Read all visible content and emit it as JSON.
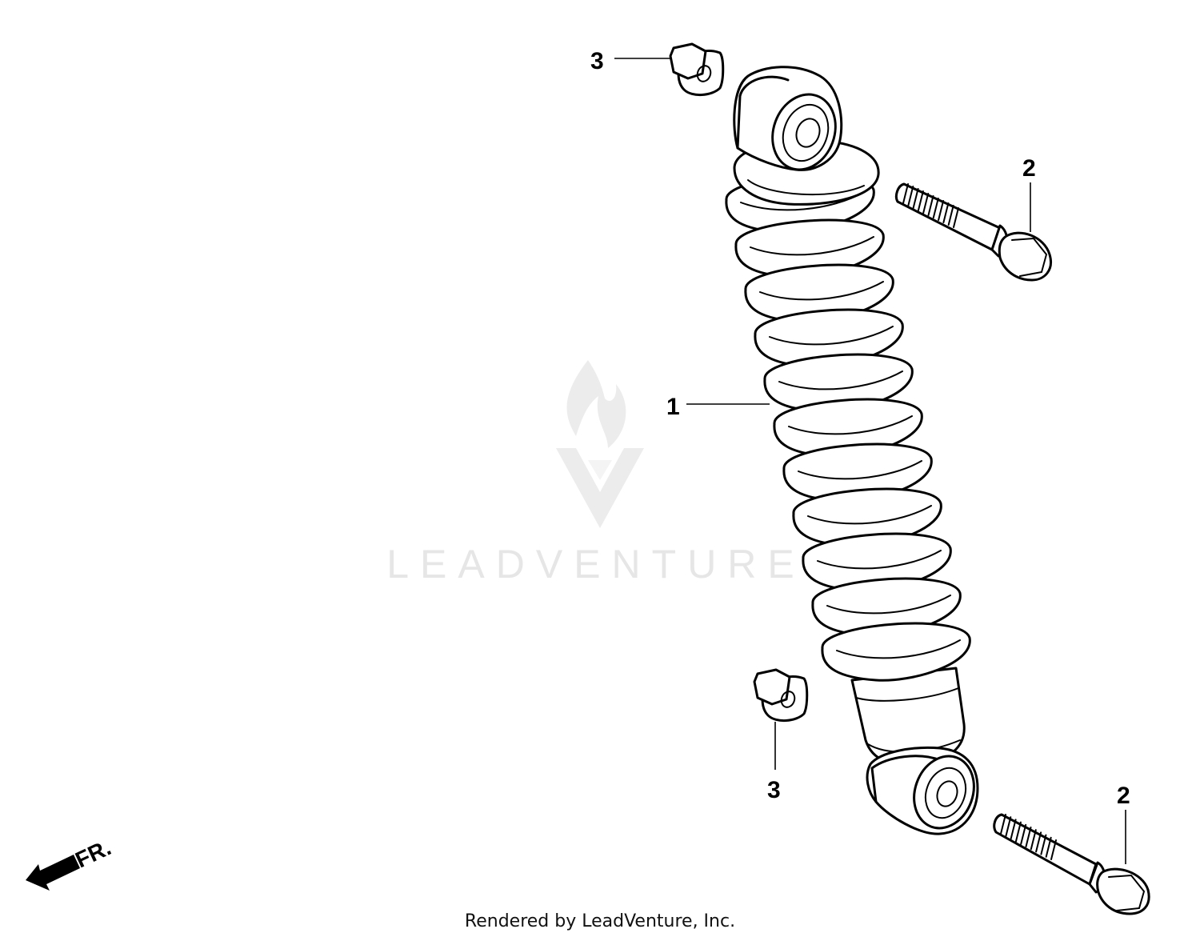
{
  "watermark": {
    "brand": "LEADVENTURE",
    "logo_icon": "flame-v-logo-icon"
  },
  "footer": {
    "credit": "Rendered by LeadVenture, Inc."
  },
  "orientation": {
    "label": "FR.",
    "icon": "front-direction-arrow-icon"
  },
  "callouts": [
    {
      "number": "1",
      "part": "shock-absorber"
    },
    {
      "number": "2",
      "part": "upper-flange-bolt"
    },
    {
      "number": "2",
      "part": "lower-flange-bolt"
    },
    {
      "number": "3",
      "part": "upper-flange-nut"
    },
    {
      "number": "3",
      "part": "lower-flange-nut"
    }
  ]
}
